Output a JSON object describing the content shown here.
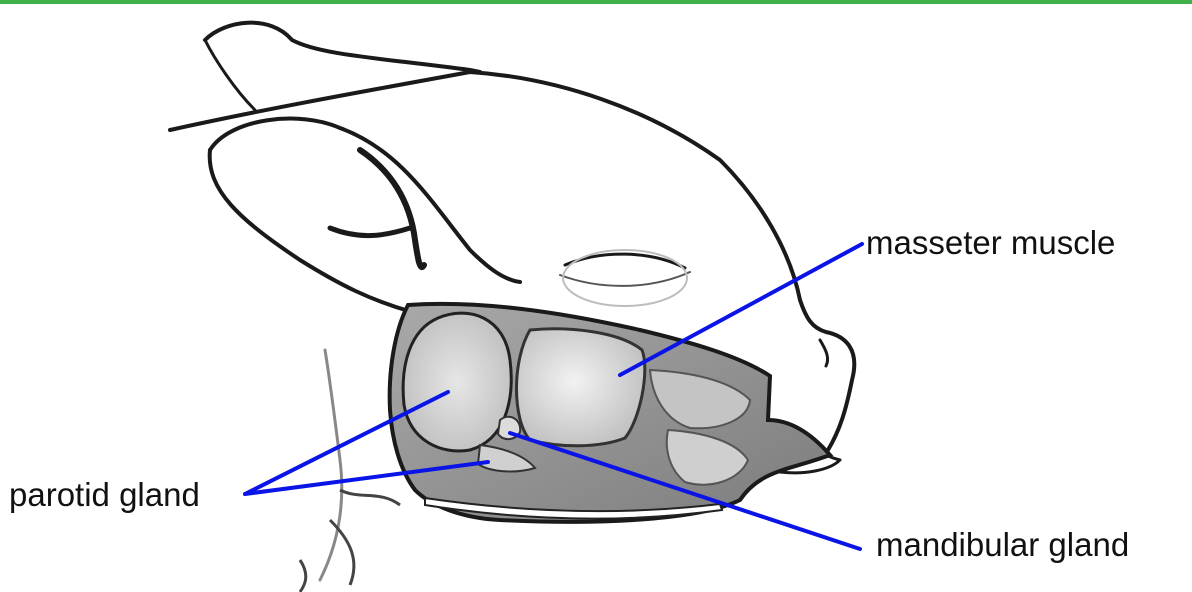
{
  "diagram": {
    "labels": {
      "masseter": "masseter muscle",
      "parotid": "parotid gland",
      "mandibular": "mandibular gland"
    },
    "colors": {
      "leader_line": "#0a14e6",
      "header_strip": "#3fb04a",
      "outline": "#1a1a1a",
      "tissue_fill": "#9a9a9a",
      "muscle_fill": "#d8d8d8",
      "gland_fill": "#cfcfcf"
    }
  }
}
